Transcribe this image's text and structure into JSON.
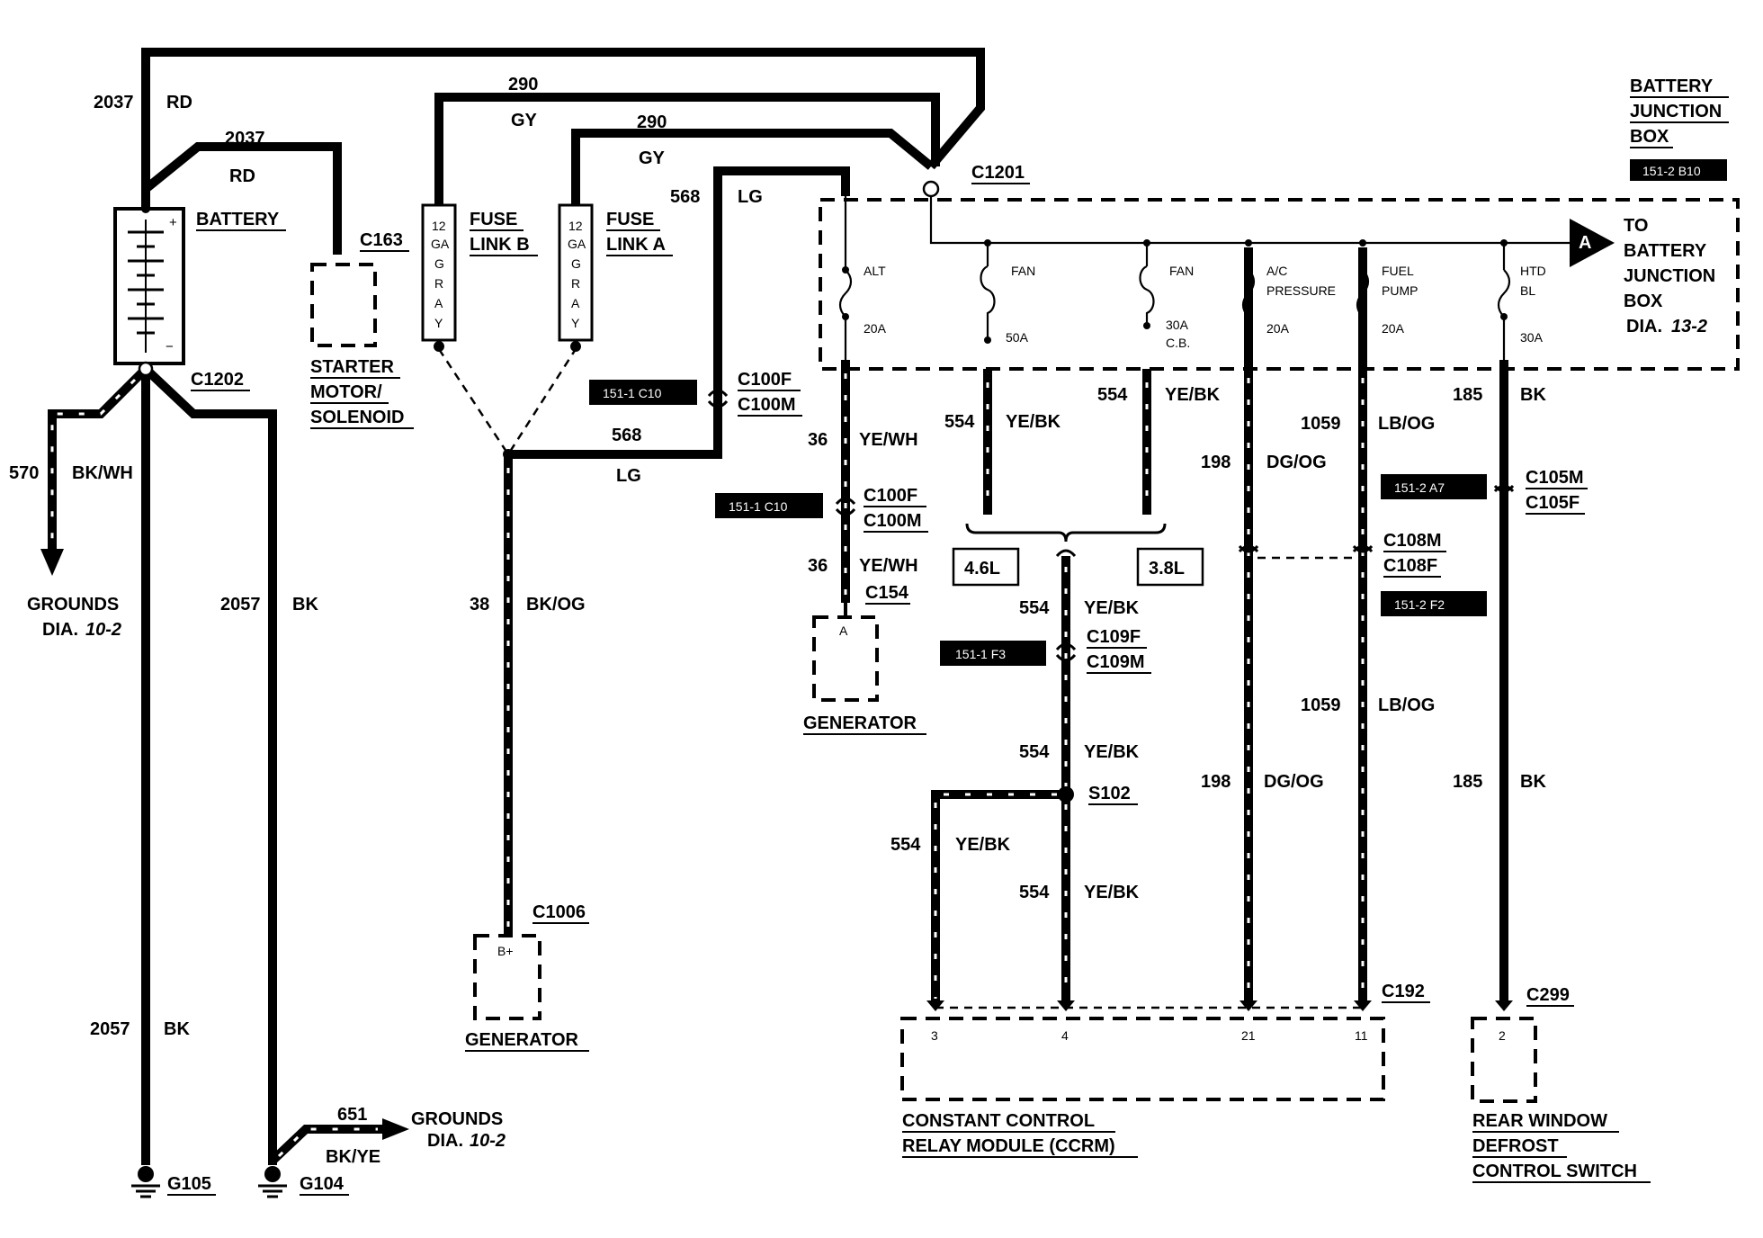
{
  "battery_junction_box": {
    "title_line1": "BATTERY",
    "title_line2": "JUNCTION",
    "title_line3": "BOX",
    "ref": "151-2 B10",
    "to_line1": "TO",
    "to_line2": "BATTERY",
    "to_line3": "JUNCTION",
    "to_line4": "BOX",
    "dia_prefix": "DIA.",
    "dia_num": "13-2",
    "arrow_letter": "A"
  },
  "fuses": [
    {
      "name": "ALT",
      "extra": "",
      "rating": "20A"
    },
    {
      "name": "FAN",
      "extra": "",
      "rating": "50A"
    },
    {
      "name": "FAN",
      "extra": "",
      "rating": "30A",
      "rating2": "C.B."
    },
    {
      "name": "A/C",
      "extra": "PRESSURE",
      "rating": "20A"
    },
    {
      "name": "FUEL",
      "extra": "PUMP",
      "rating": "20A"
    },
    {
      "name": "HTD",
      "extra": "BL",
      "rating": "30A"
    }
  ],
  "components": {
    "battery": "BATTERY",
    "battery_plus": "+",
    "battery_minus": "−",
    "starter_line1": "STARTER",
    "starter_line2": "MOTOR/",
    "starter_line3": "SOLENOID",
    "fuse_link_b_line1": "FUSE",
    "fuse_link_b_line2": "LINK B",
    "fuse_link_a_line1": "FUSE",
    "fuse_link_a_line2": "LINK A",
    "fuse_link_text": [
      "12",
      "GA",
      "G",
      "R",
      "A",
      "Y"
    ],
    "generator1": "GENERATOR",
    "generator1_pin": "A",
    "generator2": "GENERATOR",
    "generator2_pin": "B+",
    "ccrm_line1": "CONSTANT CONTROL",
    "ccrm_line2": "RELAY MODULE (CCRM)",
    "ccrm_pins": [
      "3",
      "4",
      "21",
      "11"
    ],
    "rwd_line1": "REAR WINDOW",
    "rwd_line2": "DEFROST",
    "rwd_line3": "CONTROL SWITCH",
    "rwd_pin": "2",
    "engine_46": "4.6L",
    "engine_38": "3.8L",
    "grounds1_line1": "GROUNDS",
    "grounds1_prefix": "DIA.",
    "grounds1_num": "10-2",
    "grounds2_line1": "GROUNDS",
    "grounds2_prefix": "DIA.",
    "grounds2_num": "10-2"
  },
  "connectors": {
    "c1201": "C1201",
    "c1202": "C1202",
    "c163": "C163",
    "c100f_a": "C100F",
    "c100m_a": "C100M",
    "c100f_b": "C100F",
    "c100m_b": "C100M",
    "c154": "C154",
    "c1006": "C1006",
    "c109f": "C109F",
    "c109m": "C109M",
    "s102": "S102",
    "c108m": "C108M",
    "c108f": "C108F",
    "c105m": "C105M",
    "c105f": "C105F",
    "c192": "C192",
    "c299": "C299",
    "g105": "G105",
    "g104": "G104"
  },
  "refs": {
    "r1": "151-1 C10",
    "r2": "151-1 C10",
    "r3": "151-1 F3",
    "r4": "151-2 A7",
    "r5": "151-2 F2"
  },
  "wires": {
    "w2037_a_num": "2037",
    "w2037_a_col": "RD",
    "w2037_b_num": "2037",
    "w2037_b_col": "RD",
    "w290_a_num": "290",
    "w290_a_col": "GY",
    "w290_b_num": "290",
    "w290_b_col": "GY",
    "w568_a_num": "568",
    "w568_a_col": "LG",
    "w568_b_num": "568",
    "w568_b_col": "LG",
    "w570_num": "570",
    "w570_col": "BK/WH",
    "w2057_a_num": "2057",
    "w2057_a_col": "BK",
    "w2057_b_num": "2057",
    "w2057_b_col": "BK",
    "w38_num": "38",
    "w38_col": "BK/OG",
    "w36_a_num": "36",
    "w36_a_col": "YE/WH",
    "w36_b_num": "36",
    "w36_b_col": "YE/WH",
    "w554_a_num": "554",
    "w554_a_col": "YE/BK",
    "w554_b_num": "554",
    "w554_b_col": "YE/BK",
    "w554_c_num": "554",
    "w554_c_col": "YE/BK",
    "w554_d_num": "554",
    "w554_d_col": "YE/BK",
    "w554_e_num": "554",
    "w554_e_col": "YE/BK",
    "w554_f_num": "554",
    "w554_f_col": "YE/BK",
    "w198_a_num": "198",
    "w198_a_col": "DG/OG",
    "w198_b_num": "198",
    "w198_b_col": "DG/OG",
    "w1059_a_num": "1059",
    "w1059_a_col": "LB/OG",
    "w1059_b_num": "1059",
    "w1059_b_col": "LB/OG",
    "w185_a_num": "185",
    "w185_a_col": "BK",
    "w185_b_num": "185",
    "w185_b_col": "BK",
    "w651_num": "651",
    "w651_col": "BK/YE"
  }
}
